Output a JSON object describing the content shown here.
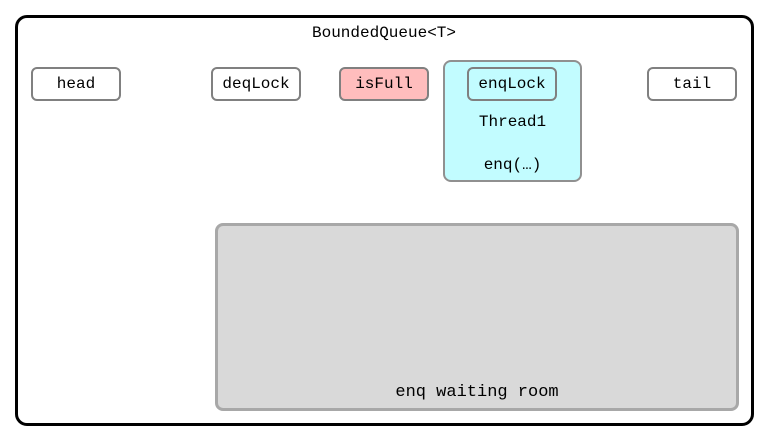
{
  "diagram": {
    "title": "BoundedQueue<T>",
    "fields": {
      "head": "head",
      "deq_lock": "deqLock",
      "is_full": "isFull",
      "enq_lock": "enqLock",
      "tail": "tail"
    },
    "thread": {
      "name": "Thread1",
      "call": "enq(…)"
    },
    "waiting_room": {
      "label": "enq waiting room"
    }
  },
  "colors": {
    "frame_border": "#000000",
    "field_border": "#808080",
    "is_full_fill": "#ffbdbd",
    "thread_fill": "#c2fcff",
    "waiting_room_fill": "#d9d9d9",
    "waiting_room_border": "#a8a8a8"
  }
}
